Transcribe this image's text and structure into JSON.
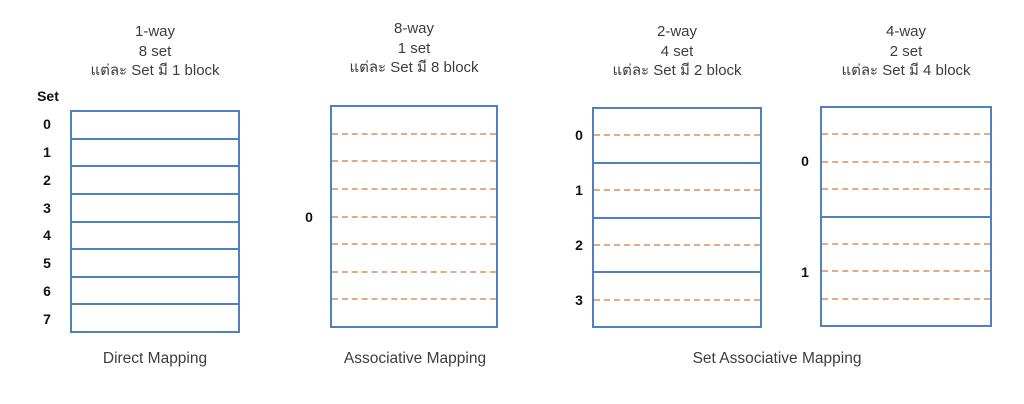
{
  "colors": {
    "box_border": "#4F81BD",
    "dash": "#E2AC82",
    "text": "#3d3d3d",
    "label": "#111111"
  },
  "diagrams": [
    {
      "name": "direct-mapping",
      "header": [
        "1-way",
        "8 set",
        "แต่ละ Set มี 1 block"
      ],
      "axis_label": "Set",
      "sets": 8,
      "blocks_per_set": 1,
      "set_labels": [
        "0",
        "1",
        "2",
        "3",
        "4",
        "5",
        "6",
        "7"
      ]
    },
    {
      "name": "associative-mapping",
      "header": [
        "8-way",
        "1 set",
        "แต่ละ Set มี 8 block"
      ],
      "sets": 1,
      "blocks_per_set": 8,
      "set_labels": [
        "0"
      ]
    },
    {
      "name": "set-associative-2way",
      "header": [
        "2-way",
        "4 set",
        "แต่ละ Set มี 2 block"
      ],
      "sets": 4,
      "blocks_per_set": 2,
      "set_labels": [
        "0",
        "1",
        "2",
        "3"
      ]
    },
    {
      "name": "set-associative-4way",
      "header": [
        "4-way",
        "2 set",
        "แต่ละ Set มี 4 block"
      ],
      "sets": 2,
      "blocks_per_set": 4,
      "set_labels": [
        "0",
        "1"
      ]
    }
  ],
  "captions": [
    "Direct Mapping",
    "Associative Mapping",
    "Set Associative Mapping"
  ]
}
